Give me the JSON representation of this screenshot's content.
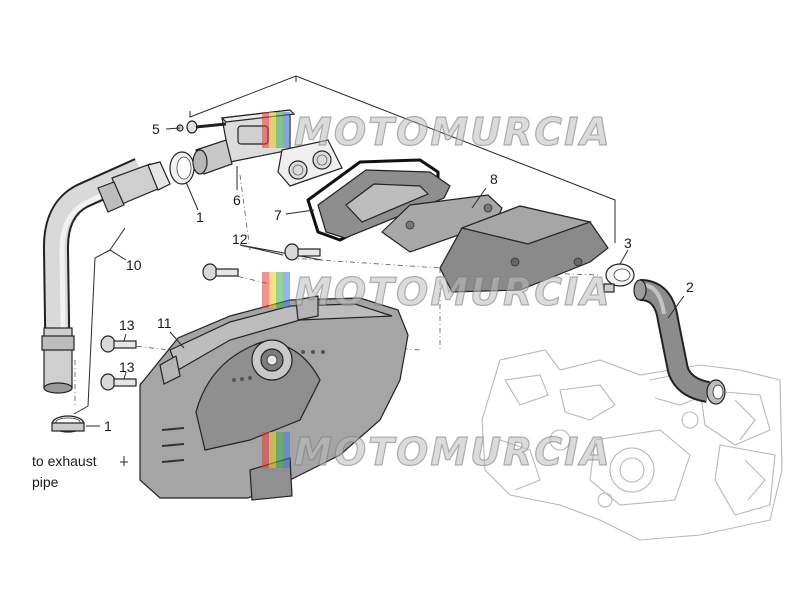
{
  "callouts": {
    "c1a": "1",
    "c1b": "1",
    "c2": "2",
    "c3": "3",
    "c5": "5",
    "c6": "6",
    "c7": "7",
    "c8": "8",
    "c10": "10",
    "c11": "11",
    "c12": "12",
    "c13a": "13",
    "c13b": "13"
  },
  "note": {
    "line1": "to exhaust",
    "line2": "pipe"
  },
  "watermark": {
    "text": "MOTOMURCIA",
    "colors": [
      "#e23b3b",
      "#f0c419",
      "#3fae49",
      "#3a7bd5"
    ]
  }
}
